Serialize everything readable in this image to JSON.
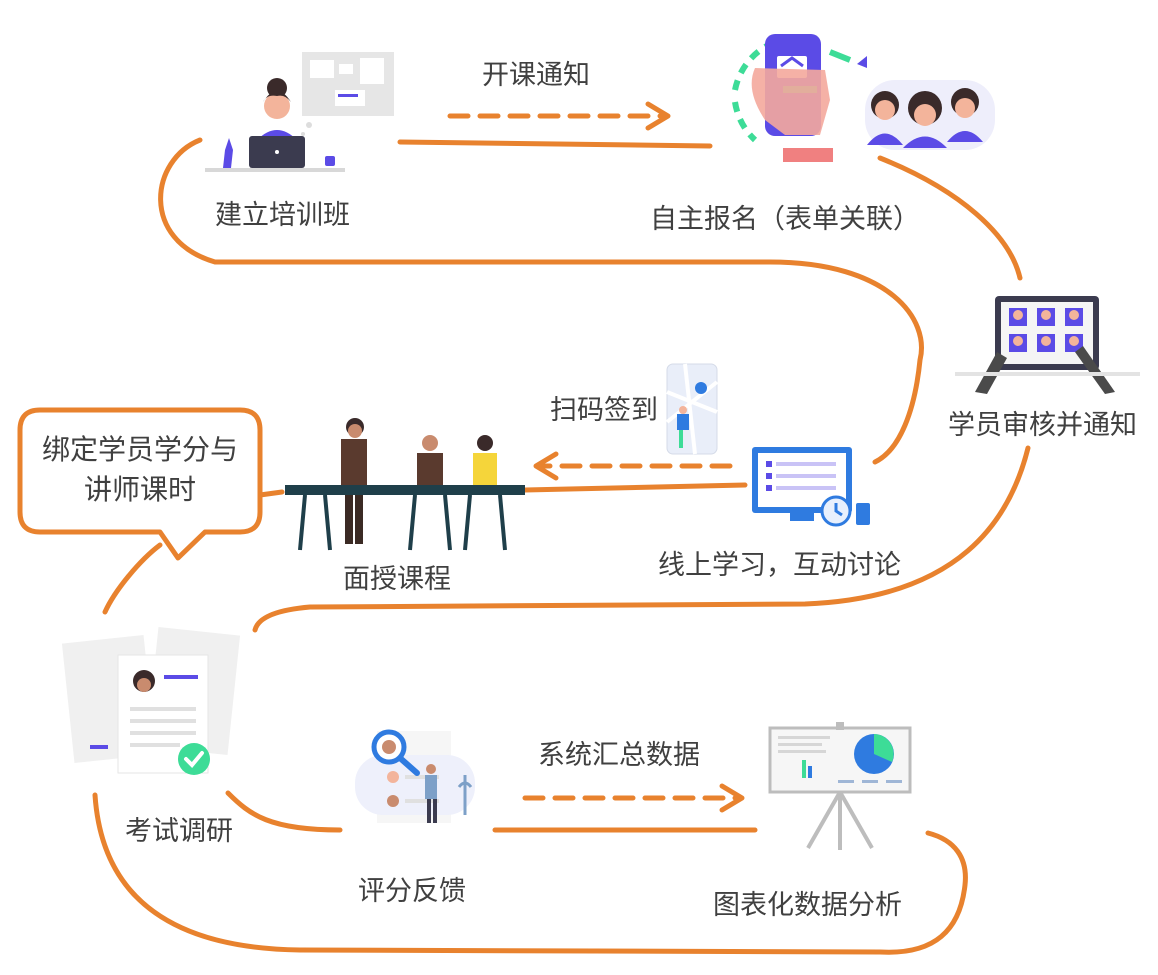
{
  "steps": {
    "create_class": "建立培训班",
    "self_register": "自主报名（表单关联）",
    "review_notify": "学员审核并通知",
    "online_learning": "线上学习，互动讨论",
    "face_course": "面授课程",
    "exam_survey": "考试调研",
    "score_feedback": "评分反馈",
    "chart_analysis": "图表化数据分析"
  },
  "arrows": {
    "open_notice": "开课通知",
    "scan_checkin": "扫码签到",
    "aggregate_data": "系统汇总数据"
  },
  "callout": {
    "line1": "绑定学员学分与",
    "line2": "讲师课时"
  },
  "colors": {
    "path": "#E8822E",
    "accent_purple": "#5B4BE6",
    "accent_blue": "#2F7BE0",
    "accent_green": "#3DDC97",
    "text": "#404040"
  }
}
